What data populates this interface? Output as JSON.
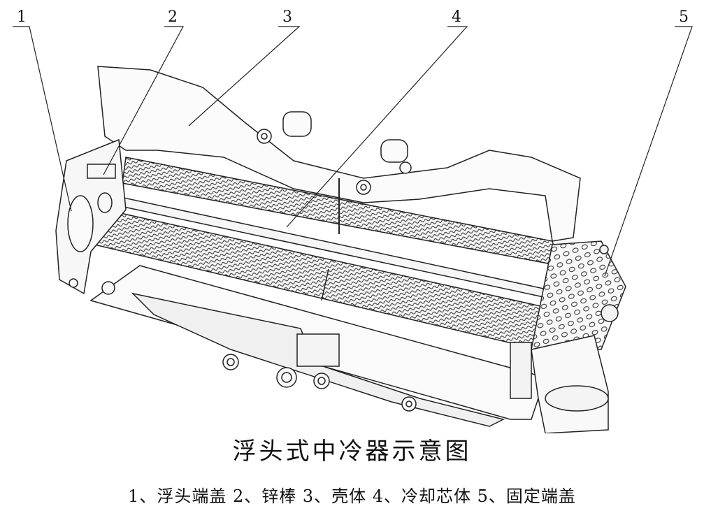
{
  "figure": {
    "title": "浮头式中冷器示意图",
    "legend": "1、浮头端盖 2、锌棒 3、壳体 4、冷却芯体 5、固定端盖",
    "callouts": [
      {
        "label": "1",
        "name": "浮头端盖"
      },
      {
        "label": "2",
        "name": "锌棒"
      },
      {
        "label": "3",
        "name": "壳体"
      },
      {
        "label": "4",
        "name": "冷却芯体"
      },
      {
        "label": "5",
        "name": "固定端盖"
      }
    ]
  }
}
